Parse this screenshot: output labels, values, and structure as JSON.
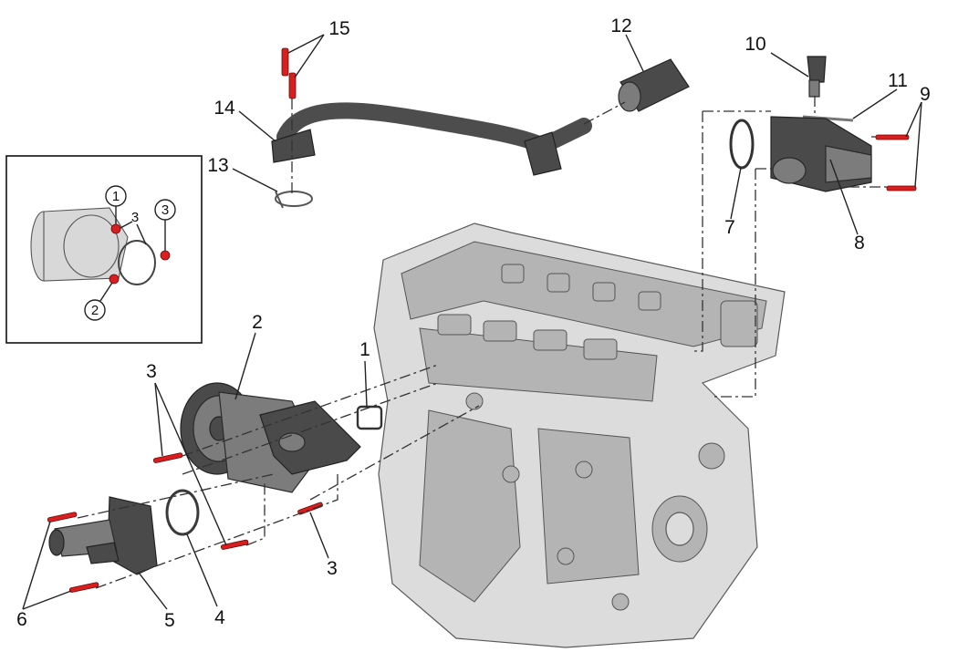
{
  "callouts": {
    "c1": "1",
    "c2": "2",
    "c3_left": "3",
    "c3_lower": "3",
    "c4": "4",
    "c5": "5",
    "c6": "6",
    "c7": "7",
    "c8": "8",
    "c9": "9",
    "c10": "10",
    "c11": "11",
    "c12": "12",
    "c13": "13",
    "c14": "14",
    "c15": "15"
  },
  "inset": {
    "c1": "1",
    "c2": "2",
    "c3_circle": "3",
    "c3_plain": "3"
  },
  "colors": {
    "bolt": "#d81e1e",
    "part_dark": "#4a4a4a",
    "engine": "#dcdcdc"
  }
}
